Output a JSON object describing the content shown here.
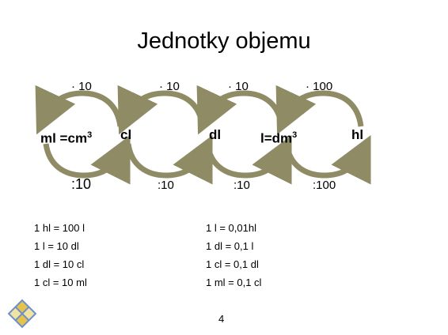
{
  "slide": {
    "title": "Jednotky objemu",
    "page_number": "4",
    "arrow_color": "#8f8c65",
    "arrow_shade": "#b8b58f"
  },
  "units": [
    "ml =cm",
    "cl",
    "dl",
    "l=dm",
    "hl"
  ],
  "unit_superscripts": {
    "ml": "3",
    "l": "3"
  },
  "multipliers": [
    "· 10",
    "· 10",
    "· 10",
    "· 100"
  ],
  "divisors": [
    ":10",
    ":10",
    ":10",
    ":100"
  ],
  "equations_left": [
    "1 hl = 100 l",
    "1 l = 10 dl",
    "1 dl = 10 cl",
    "1 cl = 10 ml"
  ],
  "equations_right": [
    "1 l = 0,01hl",
    "1 dl = 0,1 l",
    "1 cl = 0,1 dl",
    "1 ml = 0,1 cl"
  ]
}
